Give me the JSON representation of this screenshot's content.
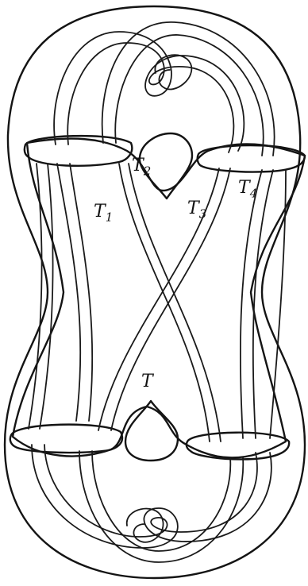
{
  "labels": {
    "t1": "T",
    "t1_sub": "1",
    "t2": "T",
    "t2_sub": "2",
    "t3": "T",
    "t3_sub": "3",
    "t4": "T",
    "t4_sub": "4",
    "center": "T"
  },
  "colors": {
    "ink": "#141414",
    "paper": "#ffffff"
  }
}
